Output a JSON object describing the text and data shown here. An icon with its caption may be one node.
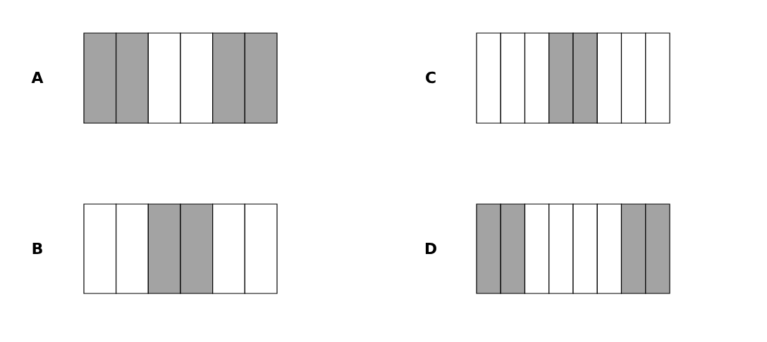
{
  "diagram": {
    "labels": [
      "A",
      "C",
      "B",
      "D"
    ]
  }
}
